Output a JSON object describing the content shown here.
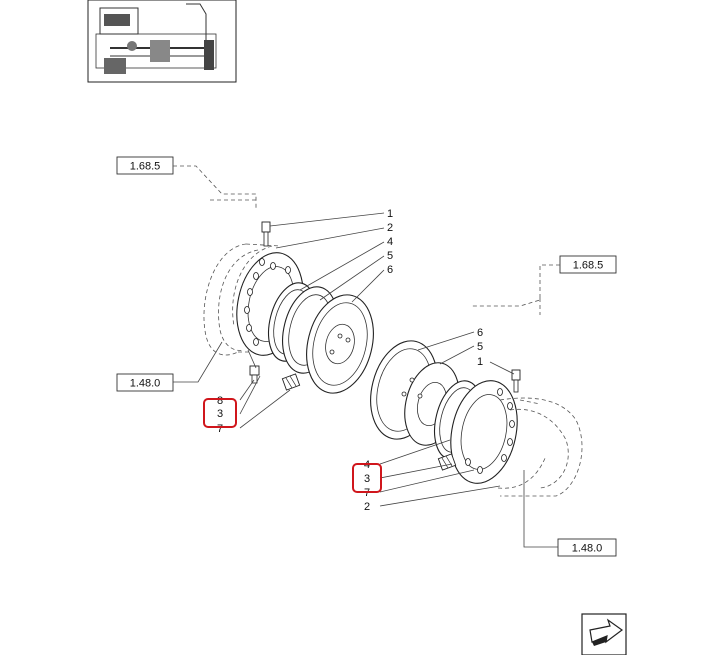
{
  "ref_boxes": {
    "top_left": "1.68.5",
    "top_right": "1.68.5",
    "bottom_left": "1.48.0",
    "bottom_right": "1.48.0"
  },
  "callouts_upper": [
    "1",
    "2",
    "4",
    "5",
    "6"
  ],
  "callouts_lower_left": [
    "8",
    "3",
    "7"
  ],
  "callouts_right_mid": [
    "6",
    "5",
    "1"
  ],
  "callouts_lower_right": [
    "4",
    "3",
    "7",
    "2"
  ],
  "icons": {
    "thumbnail": "tractor-thumbnail-icon",
    "nav": "next-page-arrow-icon"
  },
  "colors": {
    "highlight": "#d0161c"
  }
}
